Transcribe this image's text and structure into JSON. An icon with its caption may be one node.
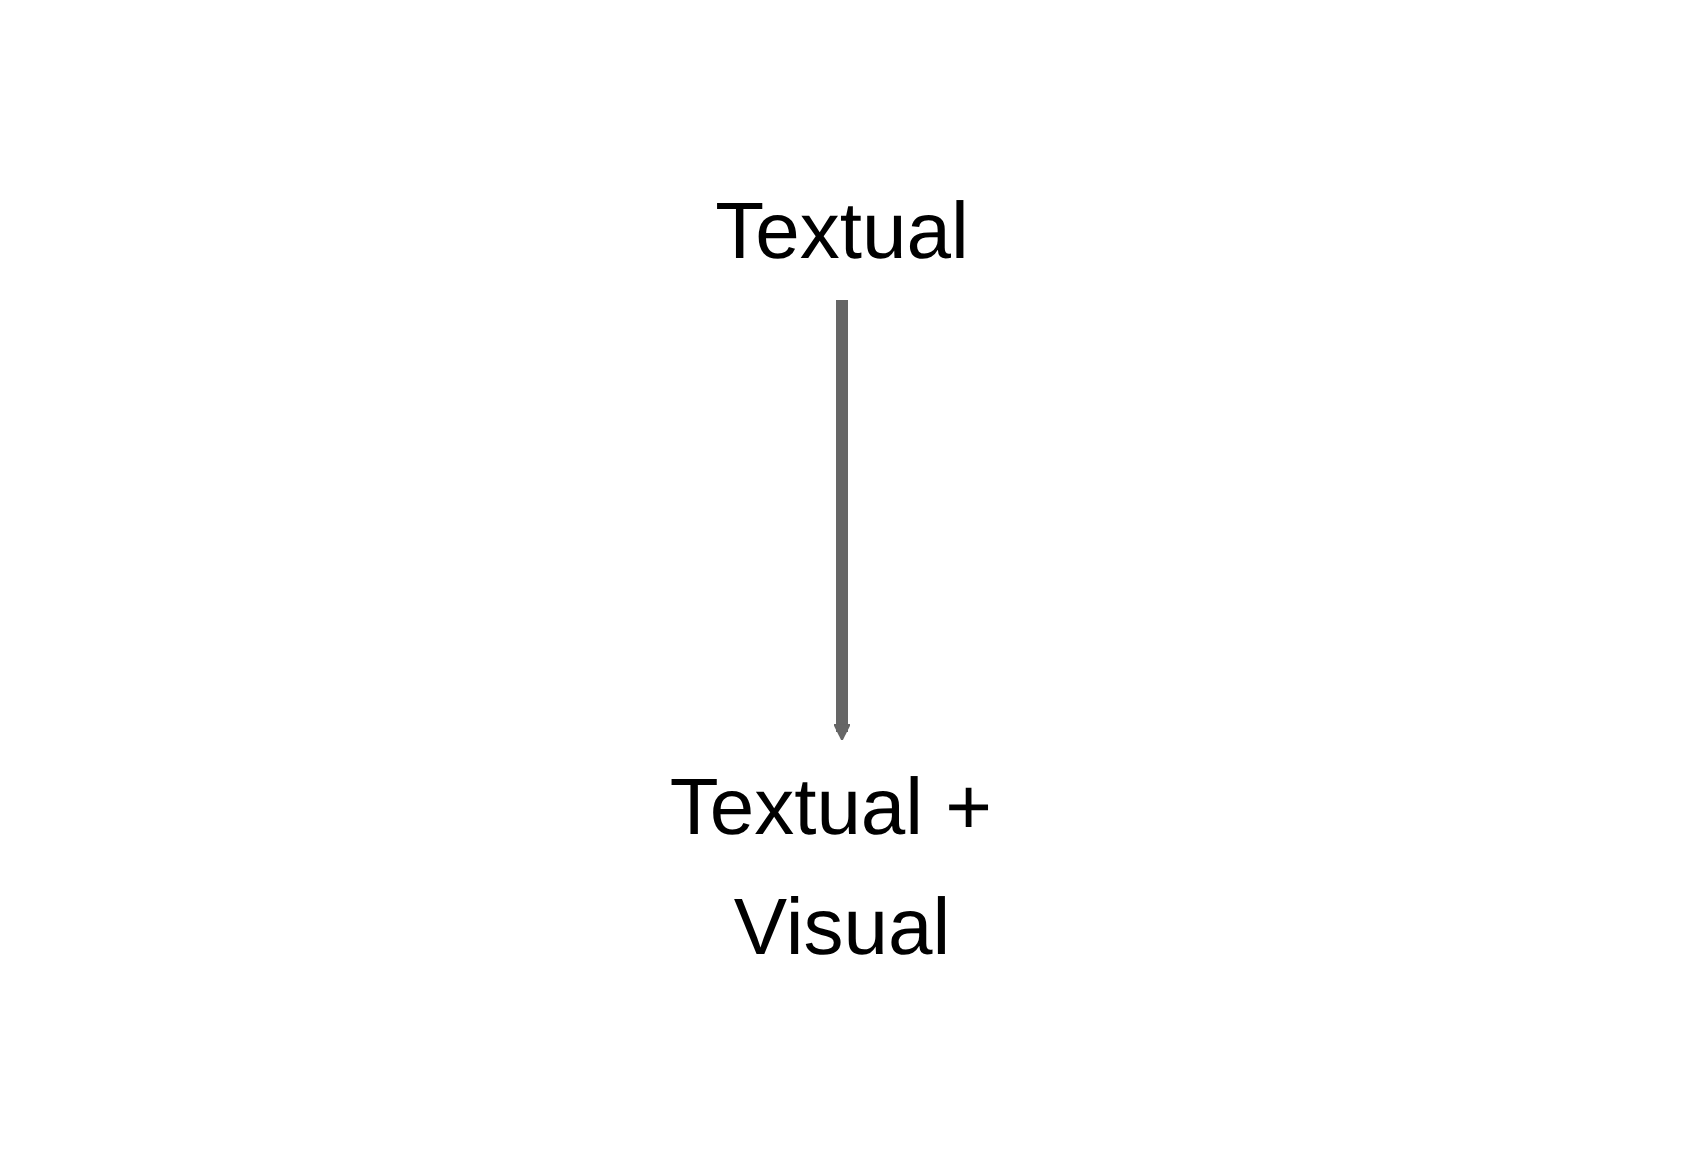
{
  "diagram": {
    "nodes": [
      {
        "text": [
          "Textual"
        ]
      },
      {
        "text": [
          "Textual + Visual"
        ]
      }
    ],
    "edges": [
      {
        "from": 0,
        "to": 1,
        "arrow": "to"
      }
    ]
  }
}
